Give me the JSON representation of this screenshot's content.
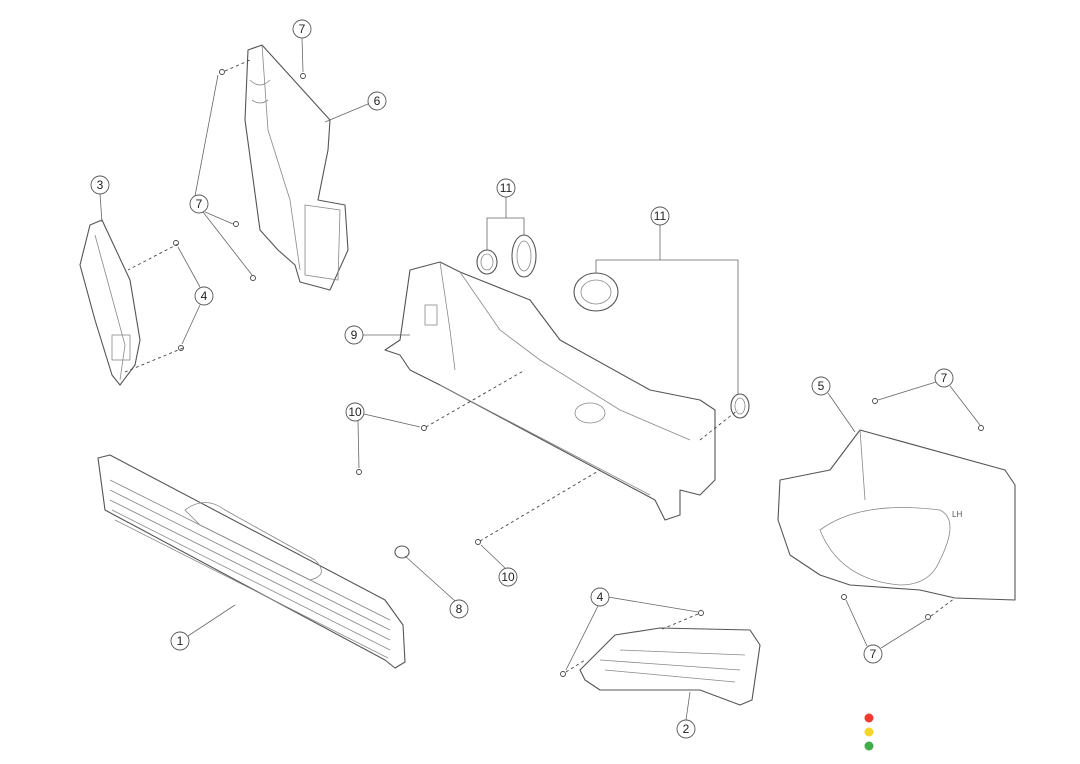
{
  "diagram": {
    "callouts": [
      "7",
      "6",
      "3",
      "7",
      "4",
      "11",
      "11",
      "9",
      "10",
      "5",
      "7",
      "1",
      "8",
      "10",
      "4",
      "2",
      "7"
    ],
    "part5_marking": "LH"
  },
  "status_lights": {
    "colors": [
      "#f03a2e",
      "#f5d528",
      "#3fae48"
    ]
  }
}
